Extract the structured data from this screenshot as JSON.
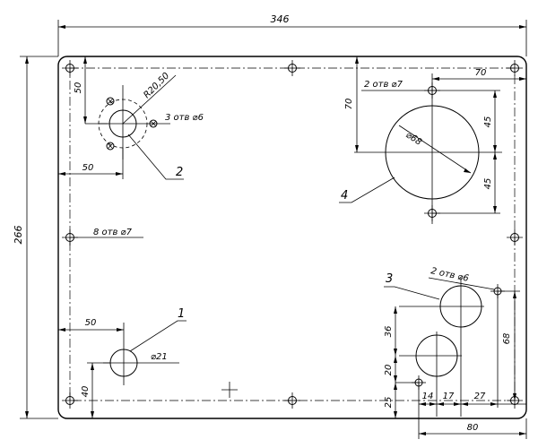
{
  "dimensions": {
    "overall_width": "346",
    "overall_height": "266",
    "top_offset": "50",
    "left_offset_2": "50",
    "left_offset_1": "50",
    "bottom_offset_1": "40",
    "top_offset_4": "70",
    "right_offset_4": "70",
    "half_spacing_upper": "45",
    "half_spacing_lower": "45",
    "height_68": "68",
    "height_36": "36",
    "height_20": "20",
    "height_25": "25",
    "width_14": "14",
    "width_17": "17",
    "width_27": "27",
    "width_80": "80"
  },
  "notes": {
    "radius_bolt_circle": "R20,50",
    "holes_3_d6": "3 отв ⌀6",
    "holes_8_d7": "8 отв ⌀7",
    "holes_2_d7": "2 отв ⌀7",
    "holes_2_d6": "2 отв ⌀6",
    "diameter_68": "⌀68",
    "diameter_21": "⌀21"
  },
  "callouts": {
    "item_1": "1",
    "item_2": "2",
    "item_3": "3",
    "item_4": "4"
  }
}
